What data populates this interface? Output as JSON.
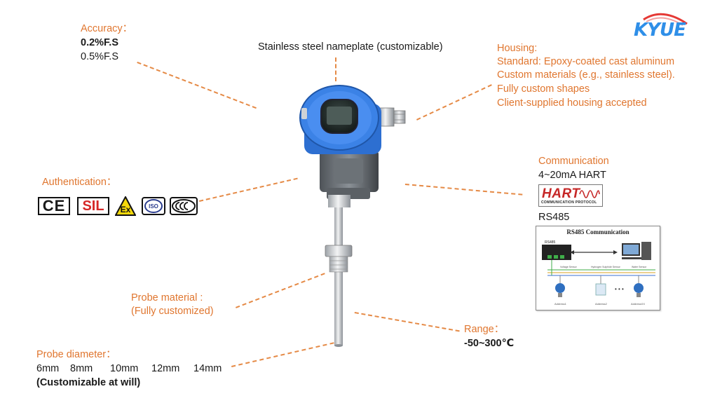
{
  "brand": {
    "logo_text": "KYUE",
    "accent": "#2f8fe8"
  },
  "colors": {
    "label": "#e0762f",
    "leader": "#e58a46",
    "text": "#1a1a1a"
  },
  "accuracy": {
    "label": "Accuracy：",
    "value_primary": "0.2%F.S",
    "value_secondary": "0.5%F.S"
  },
  "nameplate": {
    "label": "Stainless steel nameplate (customizable)"
  },
  "housing": {
    "label": "Housing:",
    "lines": [
      "Standard: Epoxy-coated cast aluminum",
      "Custom materials (e.g., stainless steel).",
      "Fully custom shapes",
      "Client-supplied housing accepted"
    ]
  },
  "authentication": {
    "label": "Authentication：",
    "badges": [
      "CE",
      "SIL",
      "Ex",
      "ISO",
      "CCC"
    ]
  },
  "communication": {
    "label": "Communication",
    "protocol_1": "4~20mA HART",
    "hart_logo": {
      "word": "HART",
      "subtitle": "COMMUNICATION PROTOCOL"
    },
    "protocol_2": "RS485",
    "rs485_diagram": {
      "title": "RS485 Communication",
      "device_label": "RS485",
      "sensors": [
        "Voltage Sensor",
        "Hydrogen Sulphide Sensor",
        "Water Sensor"
      ],
      "addresses": [
        "Address1",
        "Address2",
        "AddressXX"
      ]
    }
  },
  "probe_material": {
    "label": "Probe  material :",
    "note": "(Fully customized)"
  },
  "range": {
    "label": "Range：",
    "value": "-50~300℃"
  },
  "probe_diameter": {
    "label": "Probe diameter：",
    "sizes": [
      "6mm",
      "8mm",
      "10mm",
      "12mm",
      "14mm"
    ],
    "note": "(Customizable at will)"
  }
}
